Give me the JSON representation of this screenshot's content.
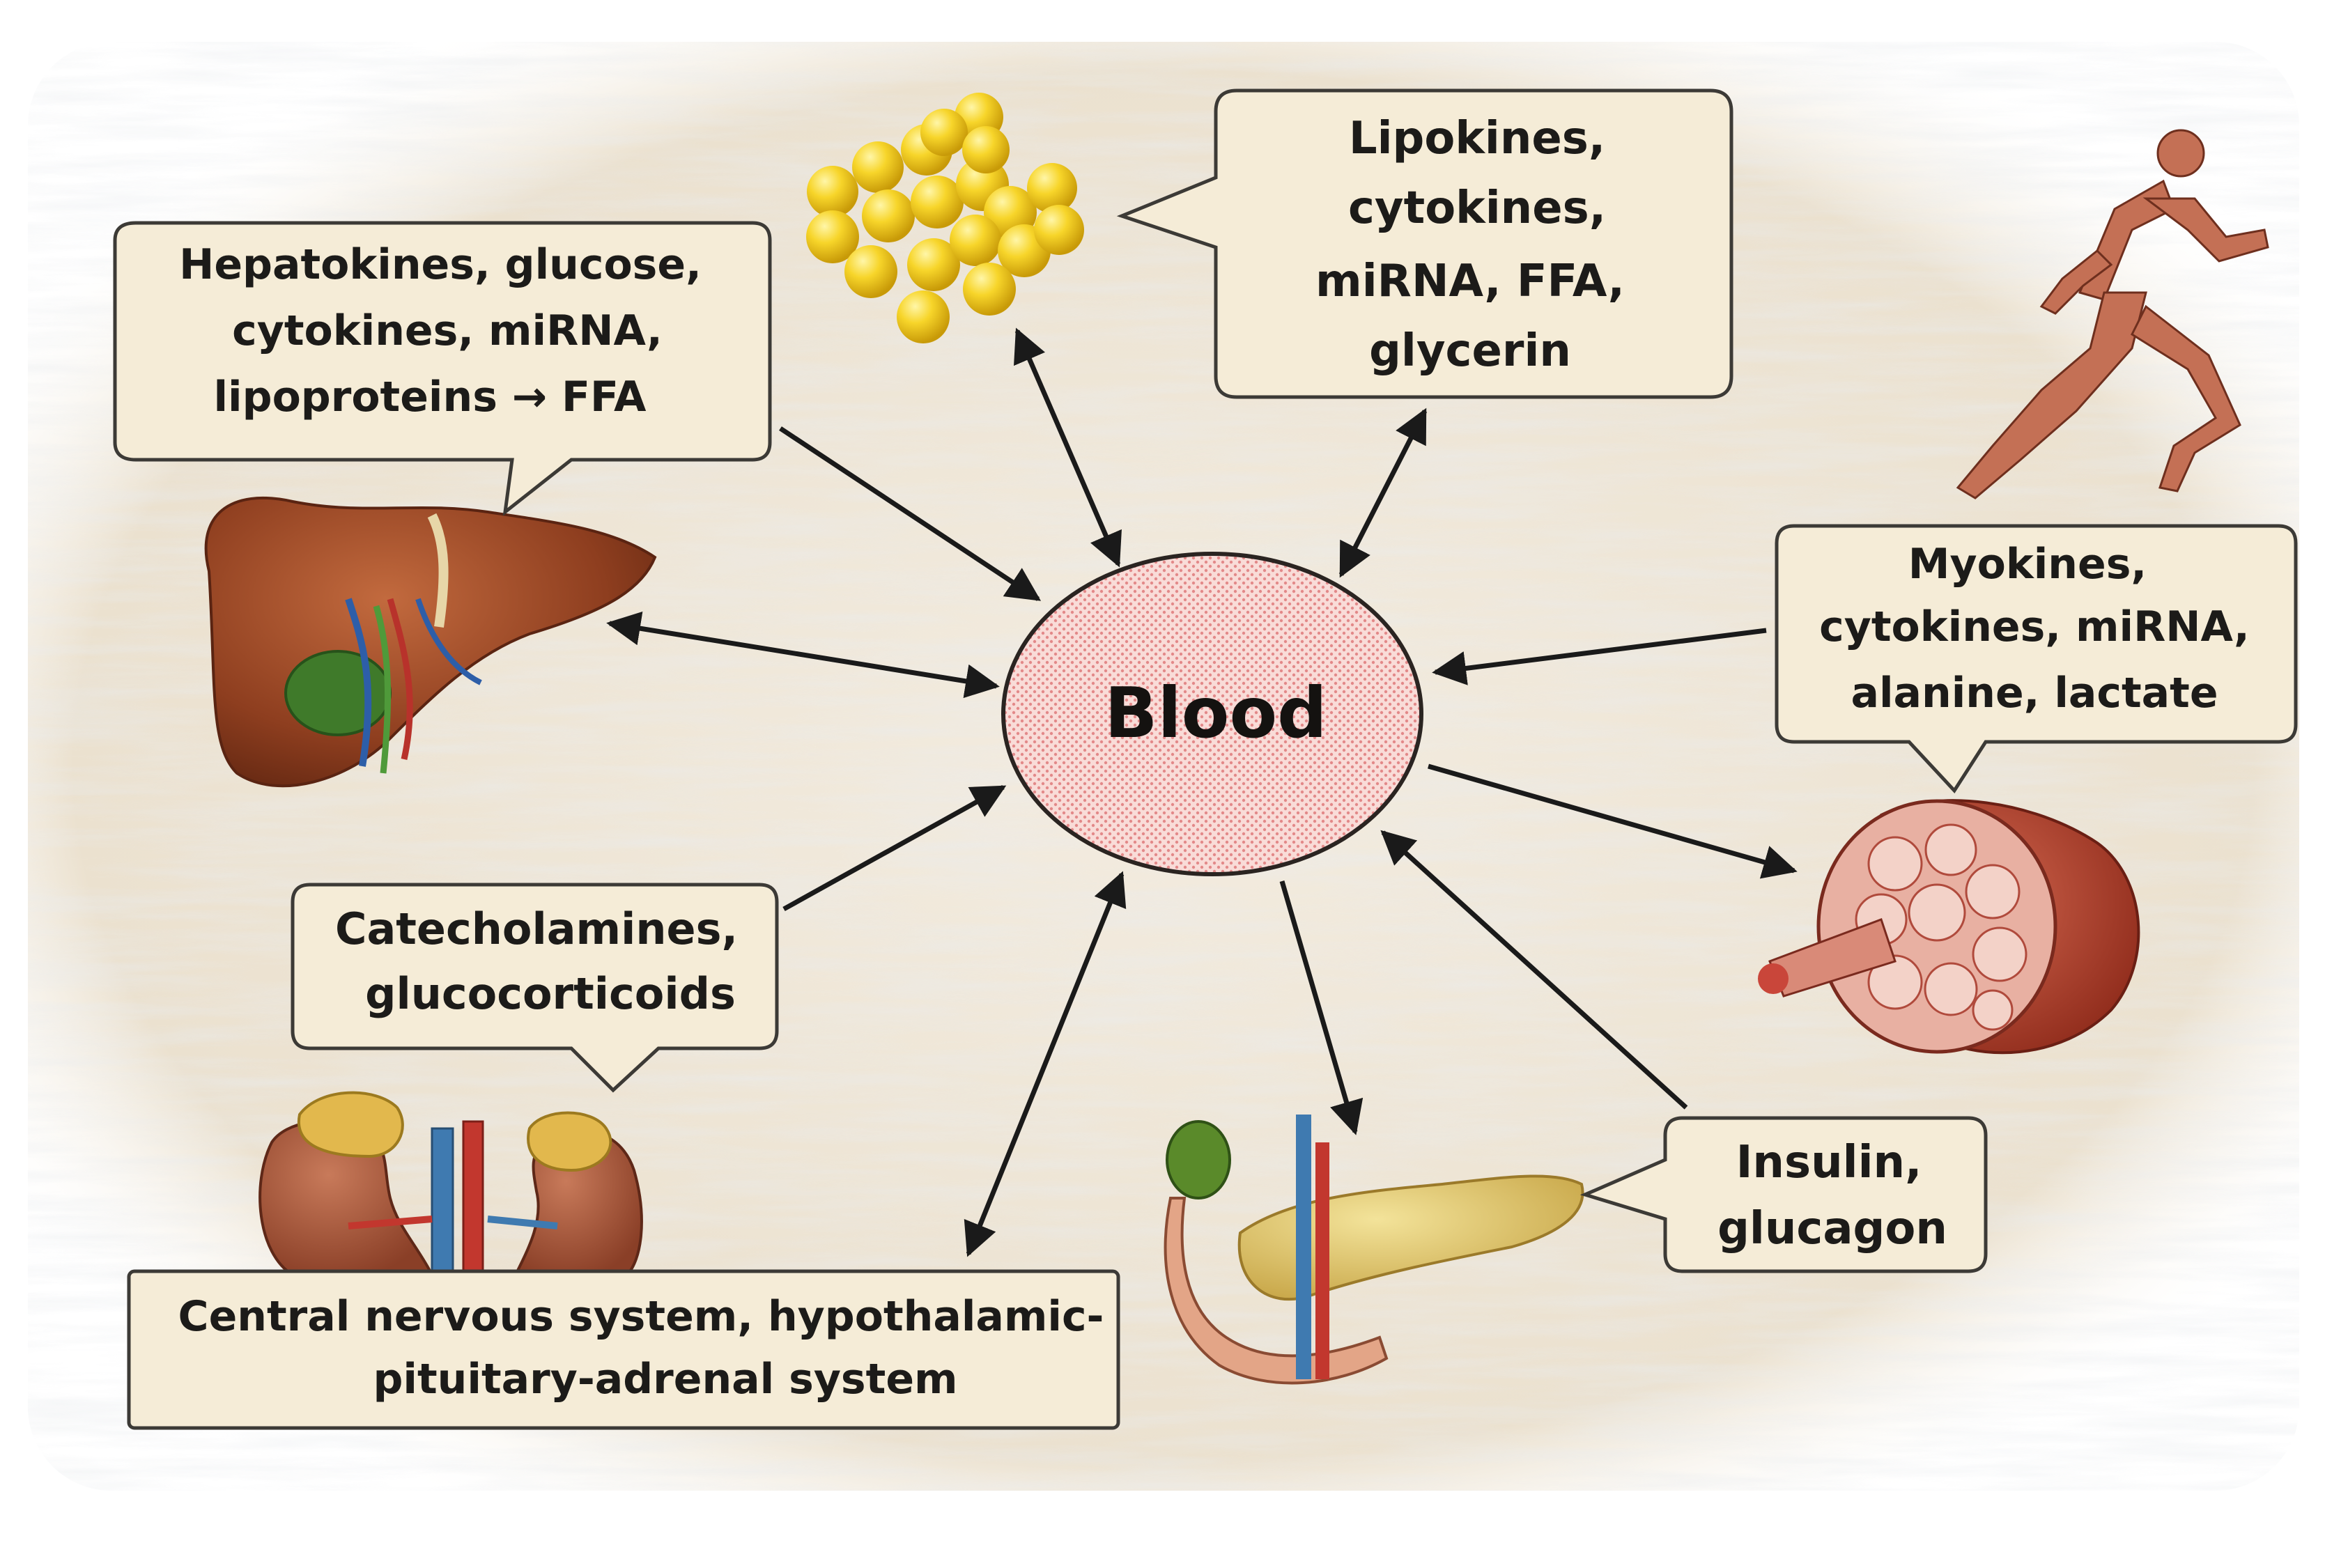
{
  "center": {
    "label": "Blood"
  },
  "boxes": {
    "liver": {
      "lines": [
        "Hepatokines, glucose,",
        "cytokines, miRNA,",
        "lipoproteins → FFA"
      ]
    },
    "adipose": {
      "lines": [
        "Lipokines,",
        "cytokines,",
        "miRNA, FFA,",
        "glycerin"
      ]
    },
    "muscle": {
      "lines": [
        "Myokines,",
        "cytokines, miRNA,",
        "alanine, lactate"
      ]
    },
    "adrenal": {
      "lines": [
        "Catecholamines,",
        "glucocorticoids"
      ]
    },
    "cns": {
      "lines": [
        "Central nervous system, hypothalamic-",
        "pituitary-adrenal system"
      ]
    },
    "pancreas": {
      "lines": [
        "Insulin,",
        "glucagon"
      ]
    }
  },
  "illustrations": [
    "liver",
    "fat-droplets",
    "running-man",
    "muscle-cross-section",
    "kidneys-adrenals",
    "pancreas"
  ],
  "colors": {
    "box_fill": "#f5ecd7",
    "box_stroke": "#3c3a36",
    "blood_fill": "#f8d4d0",
    "blood_dots": "#e07f7f",
    "arrow": "#1a1a1a",
    "background": "#ede4d2"
  }
}
